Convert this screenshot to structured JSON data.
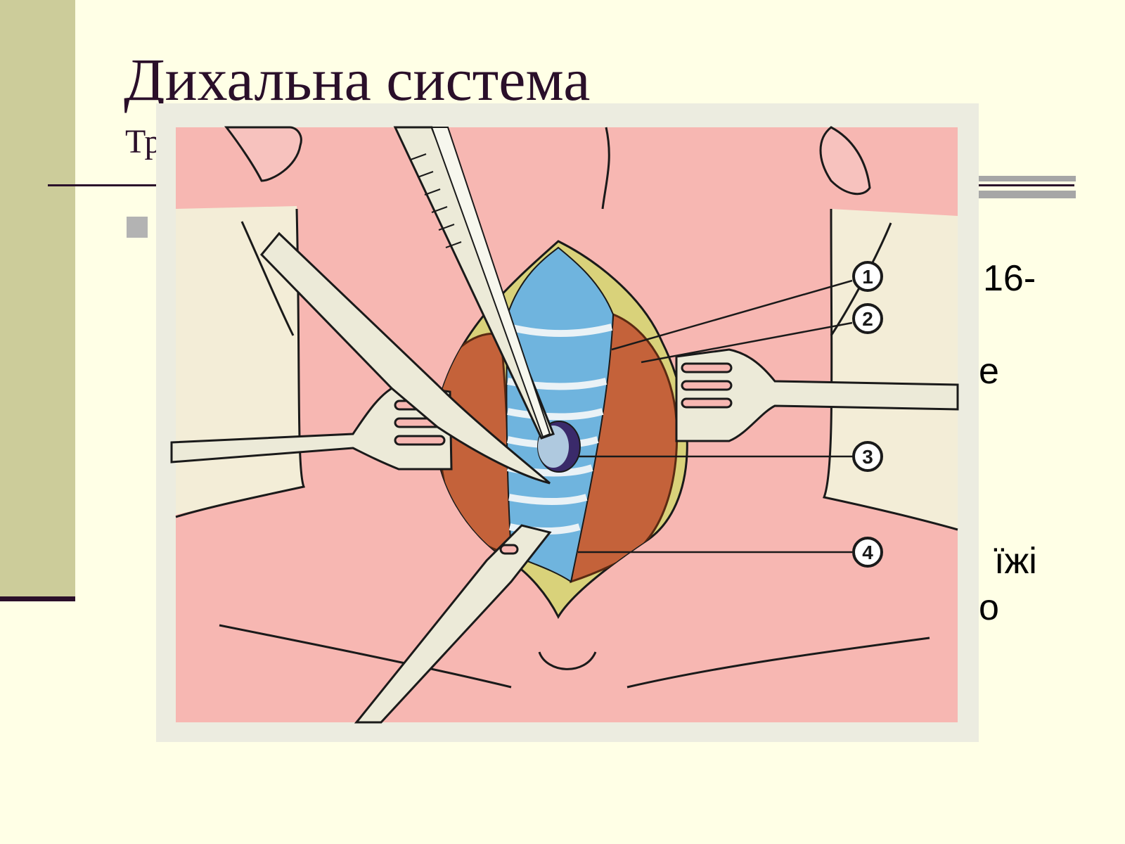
{
  "slide": {
    "title": "Дихальна система",
    "subtitle_visible": "Тр",
    "body_fragments": [
      "16-",
      "е",
      "їжі",
      "о"
    ]
  },
  "figure": {
    "callouts": [
      "1",
      "2",
      "3",
      "4"
    ]
  },
  "colors": {
    "background": "#FFFFE6",
    "sidebar": "#CCCC9A",
    "title_text": "#2A0F2A",
    "skin": "#F7B7B2",
    "trachea": "#6FB4DE",
    "thyroid": "#C4623A"
  }
}
